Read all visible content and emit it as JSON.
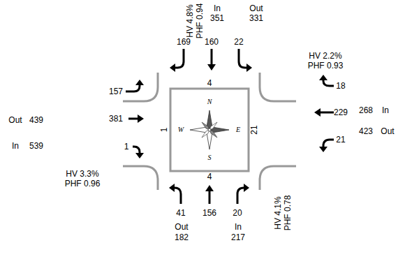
{
  "diagram": {
    "labels": [
      "In",
      "351",
      "Out",
      "331",
      "HV 4.8%",
      "PHF 0.94",
      "169",
      "160",
      "22",
      "HV 2.2%",
      "PHF 0.93",
      "18",
      "268",
      "In",
      "229",
      "423",
      "Out",
      "21",
      "4",
      "N",
      "W",
      "E",
      "S",
      "1",
      "21",
      "Out",
      "439",
      "157",
      "381",
      "In",
      "539",
      "1",
      "4",
      "HV 3.3%",
      "PHF 0.96",
      "41",
      "156",
      "20",
      "Out",
      "182",
      "In",
      "217",
      "HV 4.1%",
      "PHF 0.78"
    ]
  }
}
